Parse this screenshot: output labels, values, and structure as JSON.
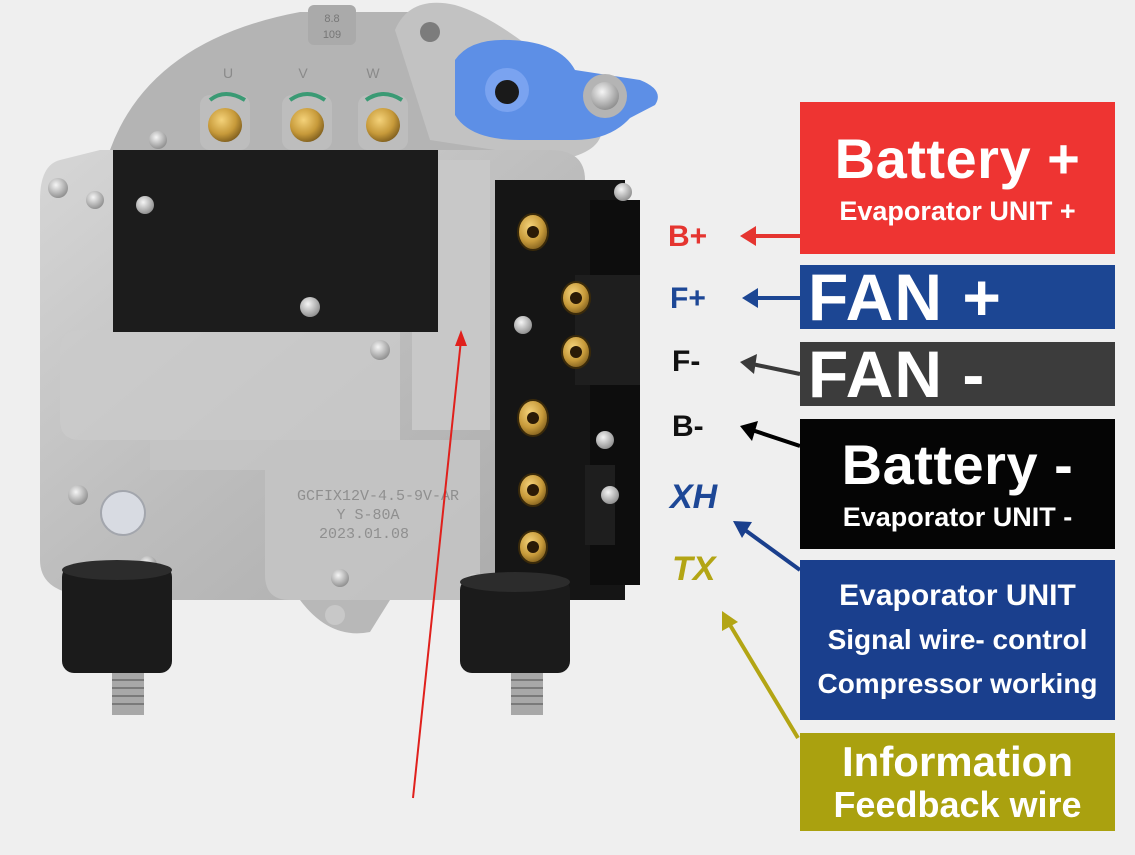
{
  "boxes": {
    "battery_plus": {
      "title": "Battery +",
      "sub": "Evaporator UNIT +"
    },
    "fan_plus": {
      "title": "FAN +"
    },
    "fan_minus": {
      "title": "FAN -"
    },
    "battery_minus": {
      "title": "Battery -",
      "sub": "Evaporator UNIT -"
    },
    "signal": {
      "line1": "Evaporator UNIT",
      "line2": "Signal wire- control",
      "line3": "Compressor working"
    },
    "info": {
      "line1": "Information",
      "line2": "Feedback wire"
    }
  },
  "pin_labels": {
    "b_plus": "B+",
    "f_plus": "F+",
    "f_minus": "F-",
    "b_minus": "B-",
    "xh": "XH",
    "tx": "TX"
  },
  "terminal_marks": [
    "U",
    "V",
    "W"
  ],
  "housing_text": {
    "line1": "GCFIX12V-4.5-9V-AR",
    "line2": "Y S-80A",
    "line3": "2023.01.08"
  },
  "bolt_text": {
    "line1": "8.8",
    "line2": "109"
  },
  "colors": {
    "red": "#ee3432",
    "blue": "#1c4693",
    "dark_gray": "#3c3c3c",
    "black": "#050505",
    "navy": "#1a3f8d",
    "olive": "#aaa10f",
    "label_blue": "#1d4796",
    "label_olive": "#b3a514"
  }
}
